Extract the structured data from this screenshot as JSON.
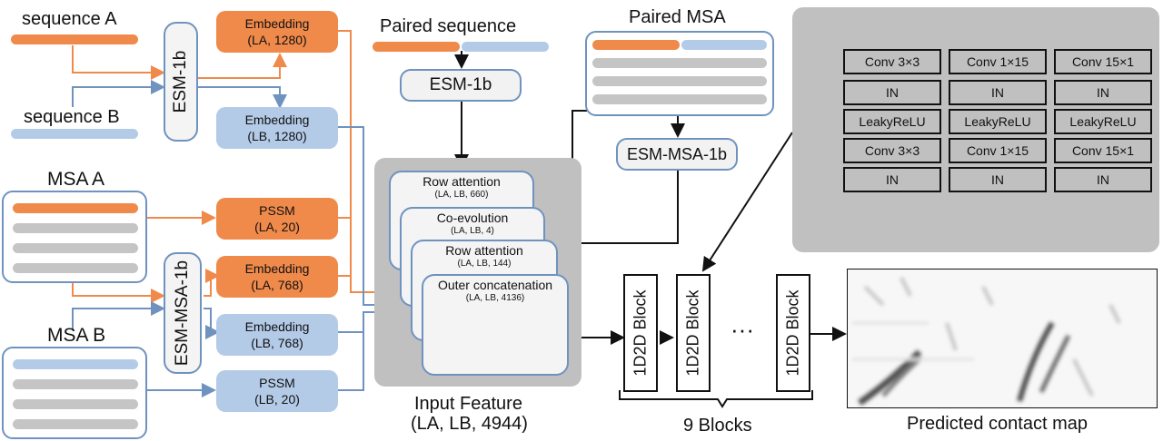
{
  "left": {
    "seq_a": "sequence A",
    "seq_b": "sequence B",
    "esm1b": "ESM-1b",
    "emb_a_1": "Embedding",
    "emb_a_2": "(LA, 1280)",
    "emb_b_1": "Embedding",
    "emb_b_2": "(LB, 1280)",
    "msa_a": "MSA A",
    "msa_b": "MSA B",
    "esm_msa": "ESM-MSA-1b",
    "pssm_a_1": "PSSM",
    "pssm_a_2": "(LA, 20)",
    "emb_a768_1": "Embedding",
    "emb_a768_2": "(LA, 768)",
    "emb_b768_1": "Embedding",
    "emb_b768_2": "(LB, 768)",
    "pssm_b_1": "PSSM",
    "pssm_b_2": "(LB, 20)"
  },
  "middle": {
    "paired_seq": "Paired sequence",
    "esm1b": "ESM-1b",
    "paired_msa": "Paired MSA",
    "esm_msa": "ESM-MSA-1b",
    "cards": [
      {
        "title": "Row attention",
        "dims": "(LA, LB, 660)"
      },
      {
        "title": "Co-evolution",
        "dims": "(LA, LB, 4)"
      },
      {
        "title": "Row attention",
        "dims": "(LA, LB, 144)"
      },
      {
        "title": "Outer concatenation",
        "dims": "(LA, LB, 4136)"
      }
    ],
    "input_feature_1": "Input Feature",
    "input_feature_2": "(LA, LB, 4944)"
  },
  "block": {
    "cols": [
      [
        "Conv 3×3",
        "IN",
        "LeakyReLU",
        "Conv 3×3",
        "IN"
      ],
      [
        "Conv 1×15",
        "IN",
        "LeakyReLU",
        "Conv 1×15",
        "IN"
      ],
      [
        "Conv 15×1",
        "IN",
        "LeakyReLU",
        "Conv 15×1",
        "IN"
      ]
    ]
  },
  "blocks": {
    "label": "1D2D Block",
    "ellipsis": "···",
    "count": "9 Blocks"
  },
  "contact_map": "Predicted contact map",
  "colors": {
    "orange": "#f08a4b",
    "blue": "#b4cbe8",
    "border": "#6f92bf",
    "panel": "#c0c0c0"
  }
}
